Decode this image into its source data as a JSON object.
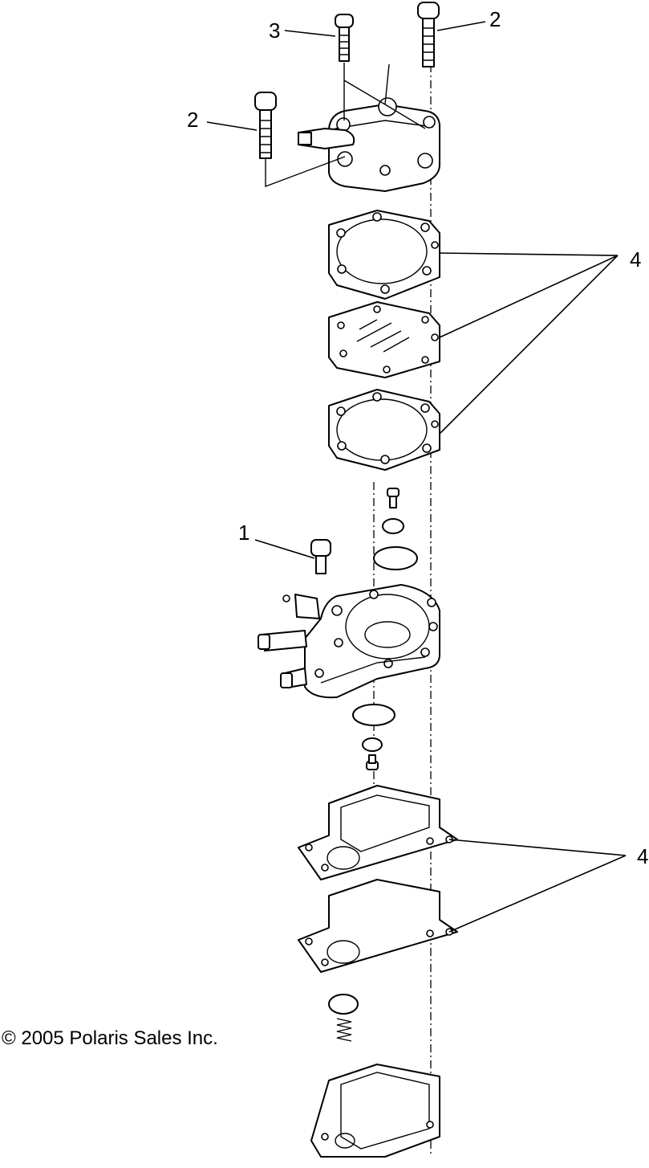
{
  "callouts": {
    "part_1": "1",
    "part_2_right": "2",
    "part_2_left": "2",
    "part_3": "3",
    "part_4_upper": "4",
    "part_4_lower": "4"
  },
  "footer": {
    "copyright": "© 2005 Polaris Sales Inc."
  }
}
